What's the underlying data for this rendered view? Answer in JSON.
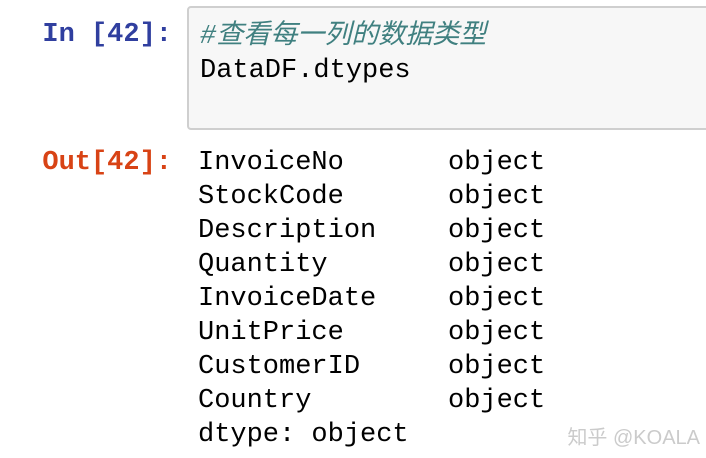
{
  "notebook": {
    "input_prompt": "In [42]:",
    "code": {
      "comment_line": "#查看每一列的数据类型",
      "code_line": "DataDF.dtypes"
    },
    "output_prompt": "Out[42]:",
    "output": {
      "rows": [
        {
          "name": "InvoiceNo",
          "dtype": "object"
        },
        {
          "name": "StockCode",
          "dtype": "object"
        },
        {
          "name": "Description",
          "dtype": "object"
        },
        {
          "name": "Quantity",
          "dtype": "object"
        },
        {
          "name": "InvoiceDate",
          "dtype": "object"
        },
        {
          "name": "UnitPrice",
          "dtype": "object"
        },
        {
          "name": "CustomerID",
          "dtype": "object"
        },
        {
          "name": "Country",
          "dtype": "object"
        }
      ],
      "footer": "dtype: object"
    }
  },
  "watermark": "知乎 @KOALA",
  "colors": {
    "input_prompt": "#303F9F",
    "output_prompt": "#D84315",
    "comment": "#408080",
    "cell_background": "#F7F7F7",
    "cell_border": "#CFCFCF",
    "text": "#000000",
    "watermark": "#CBCBCB"
  }
}
